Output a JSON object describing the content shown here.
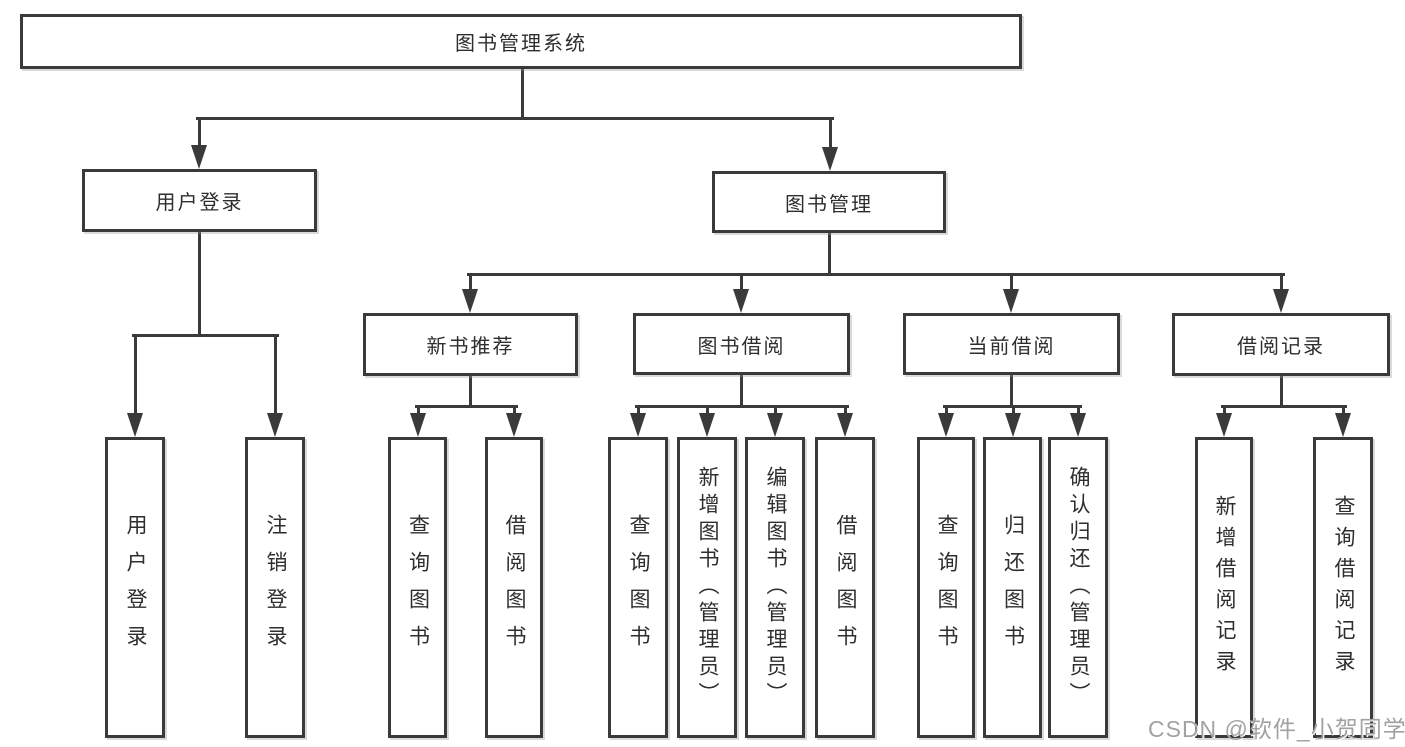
{
  "diagram": {
    "title": "图书管理系统",
    "nodes": [
      {
        "id": "root",
        "label": "图书管理系统",
        "orientation": "horizontal"
      },
      {
        "id": "user-login",
        "label": "用户登录",
        "orientation": "horizontal"
      },
      {
        "id": "book-mgmt",
        "label": "图书管理",
        "orientation": "horizontal"
      },
      {
        "id": "new-book-rec",
        "label": "新书推荐",
        "orientation": "horizontal"
      },
      {
        "id": "book-borrow",
        "label": "图书借阅",
        "orientation": "horizontal"
      },
      {
        "id": "current-borrow",
        "label": "当前借阅",
        "orientation": "horizontal"
      },
      {
        "id": "borrow-record",
        "label": "借阅记录",
        "orientation": "horizontal"
      },
      {
        "id": "leaf-user-login",
        "label": "用户登录",
        "orientation": "vertical"
      },
      {
        "id": "leaf-logout",
        "label": "注销登录",
        "orientation": "vertical"
      },
      {
        "id": "leaf-nbr-query",
        "label": "查询图书",
        "orientation": "vertical"
      },
      {
        "id": "leaf-nbr-borrow",
        "label": "借阅图书",
        "orientation": "vertical"
      },
      {
        "id": "leaf-bb-query",
        "label": "查询图书",
        "orientation": "vertical"
      },
      {
        "id": "leaf-bb-add",
        "label": "新增图书（管理员）",
        "orientation": "vertical"
      },
      {
        "id": "leaf-bb-edit",
        "label": "编辑图书（管理员）",
        "orientation": "vertical"
      },
      {
        "id": "leaf-bb-borrow",
        "label": "借阅图书",
        "orientation": "vertical"
      },
      {
        "id": "leaf-cb-query",
        "label": "查询图书",
        "orientation": "vertical"
      },
      {
        "id": "leaf-cb-return",
        "label": "归还图书",
        "orientation": "vertical"
      },
      {
        "id": "leaf-cb-confirm",
        "label": "确认归还（管理员）",
        "orientation": "vertical"
      },
      {
        "id": "leaf-br-add",
        "label": "新增借阅记录",
        "orientation": "vertical"
      },
      {
        "id": "leaf-br-query",
        "label": "查询借阅记录",
        "orientation": "vertical"
      }
    ],
    "edges": [
      {
        "from": "root",
        "to": [
          "user-login",
          "book-mgmt"
        ]
      },
      {
        "from": "user-login",
        "to": [
          "leaf-user-login",
          "leaf-logout"
        ]
      },
      {
        "from": "book-mgmt",
        "to": [
          "new-book-rec",
          "book-borrow",
          "current-borrow",
          "borrow-record"
        ]
      },
      {
        "from": "new-book-rec",
        "to": [
          "leaf-nbr-query",
          "leaf-nbr-borrow"
        ]
      },
      {
        "from": "book-borrow",
        "to": [
          "leaf-bb-query",
          "leaf-bb-add",
          "leaf-bb-edit",
          "leaf-bb-borrow"
        ]
      },
      {
        "from": "current-borrow",
        "to": [
          "leaf-cb-query",
          "leaf-cb-return",
          "leaf-cb-confirm"
        ]
      },
      {
        "from": "borrow-record",
        "to": [
          "leaf-br-add",
          "leaf-br-query"
        ]
      }
    ],
    "colors": {
      "line": "#3a3a3a",
      "box_border": "#3a3a3a",
      "box_fill": "#ffffff",
      "text": "#2e2e2e",
      "background": "#ffffff",
      "watermark": "#a2a2a2"
    }
  },
  "watermark": {
    "text": "CSDN @软件_小贺同学"
  }
}
